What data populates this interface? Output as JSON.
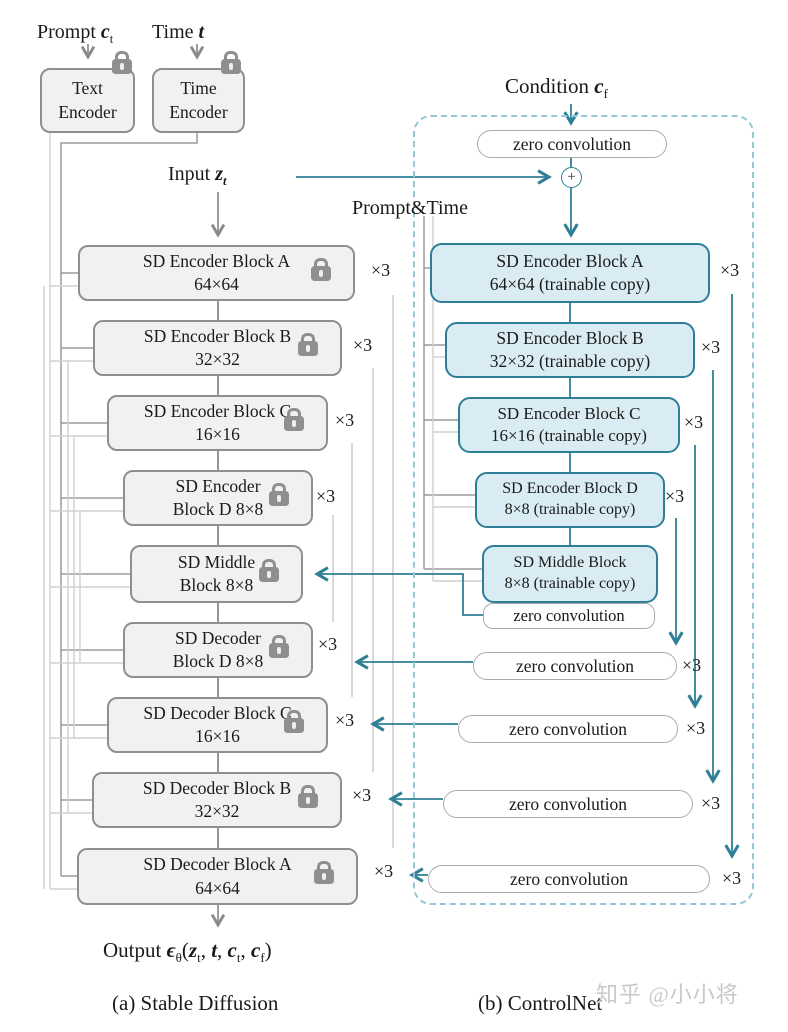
{
  "colors": {
    "teal": "#2f7f96",
    "teal_dashed": "#94c8d6",
    "blue_block_fill": "#d9ecf4",
    "blue_block_border": "#2e7e98",
    "gray_block_fill": "#f1f1f1",
    "gray_block_border": "#8f8f8f",
    "bus_dark": "#9b9b9b",
    "bus_light": "#d0d0d0",
    "lock_gray": "#8f8f8f",
    "watermark_gray": "#c9c9c9"
  },
  "labels": {
    "prompt": {
      "word": "Prompt ",
      "var": "c",
      "sub": "t"
    },
    "time": {
      "word": "Time ",
      "var": "t"
    },
    "input": {
      "word": "Input ",
      "var": "z",
      "sub": "t"
    },
    "condition": {
      "word": "Condition ",
      "var": "c",
      "sub": "f"
    },
    "prompt_time": "Prompt&Time",
    "times3": "×3",
    "plus": "+",
    "zero_convolution": "zero convolution",
    "output": {
      "word": "Output ",
      "eps": "ϵ",
      "eps_sub": "θ",
      "open": "(",
      "z": "z",
      "z_sub": "t",
      "sep1": ", ",
      "t": "t",
      "sep2": ", ",
      "c1": "c",
      "c1_sub": "t",
      "sep3": ", ",
      "c2": "c",
      "c2_sub": "f",
      "close": ")"
    },
    "caption_a": "(a) Stable Diffusion",
    "caption_b": "(b) ControlNet",
    "watermark": "知乎 @小小将"
  },
  "encoders": {
    "text": {
      "line1": "Text",
      "line2": "Encoder"
    },
    "time": {
      "line1": "Time",
      "line2": "Encoder"
    }
  },
  "sd_blocks": [
    {
      "line1": "SD Encoder Block A",
      "line2": "64×64"
    },
    {
      "line1": "SD Encoder Block B",
      "line2": "32×32"
    },
    {
      "line1": "SD Encoder Block C",
      "line2": "16×16"
    },
    {
      "line1": "SD Encoder",
      "line2": "Block D 8×8"
    },
    {
      "line1": "SD Middle",
      "line2": "Block 8×8"
    },
    {
      "line1": "SD Decoder",
      "line2": "Block D 8×8"
    },
    {
      "line1": "SD Decoder Block C",
      "line2": "16×16"
    },
    {
      "line1": "SD Decoder Block B",
      "line2": "32×32"
    },
    {
      "line1": "SD Decoder Block A",
      "line2": "64×64"
    }
  ],
  "control_blocks": [
    {
      "line1": "SD Encoder Block A",
      "line2": "64×64 (trainable copy)"
    },
    {
      "line1": "SD Encoder Block B",
      "line2": "32×32 (trainable copy)"
    },
    {
      "line1": "SD Encoder Block C",
      "line2": "16×16 (trainable copy)"
    },
    {
      "line1": "SD Encoder Block D",
      "line2": "8×8 (trainable copy)"
    },
    {
      "line1": "SD Middle Block",
      "line2": "8×8 (trainable copy)"
    }
  ]
}
